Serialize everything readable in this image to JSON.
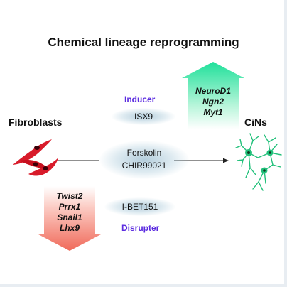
{
  "title": "Chemical lineage reprogramming",
  "source_label": "Fibroblasts",
  "target_label": "CiNs",
  "inducer": {
    "label": "Inducer",
    "compound": "ISX9",
    "genes": [
      "NeuroD1",
      "Ngn2",
      "Myt1"
    ]
  },
  "center": {
    "compounds": [
      "Forskolin",
      "CHIR99021"
    ]
  },
  "disrupter": {
    "label": "Disrupter",
    "compound": "I-BET151",
    "genes": [
      "Twist2",
      "Prrx1",
      "Snail1",
      "Lhx9"
    ]
  },
  "icons": [
    "fibroblast-cells-icon",
    "neuron-cells-icon",
    "up-arrow-icon",
    "down-arrow-icon"
  ],
  "colors": {
    "inducer_arrow": "#21e09a",
    "disrupter_arrow": "#f06a5a",
    "role_text": "#5b2be0",
    "fibroblast": "#d81b2a",
    "neuron": "#21c07a"
  }
}
